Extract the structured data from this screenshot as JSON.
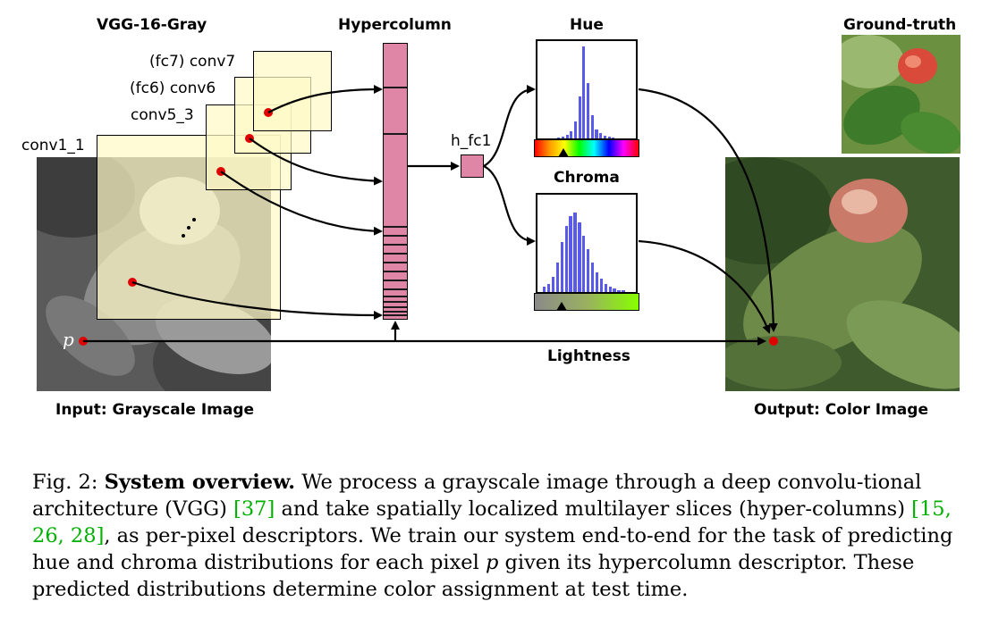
{
  "labels": {
    "vgg_title": "VGG-16-Gray",
    "hypercolumn": "Hypercolumn",
    "hue": "Hue",
    "chroma": "Chroma",
    "ground_truth": "Ground-truth",
    "conv1_1": "conv1_1",
    "conv5_3": "conv5_3",
    "conv6": "(fc6) conv6",
    "conv7": "(fc7) conv7",
    "h_fc1": "h_fc1",
    "lightness": "Lightness",
    "pixel_p": "p",
    "input_caption": "Input: Grayscale Image",
    "output_caption": "Output: Color Image"
  },
  "colors": {
    "hypercolumn_fill": "#df85a6",
    "layer_fill": "#fffac8",
    "point": "#e00000",
    "histogram_bars": "#5a5ae8"
  },
  "histograms": {
    "hue": [
      0,
      0,
      0,
      1,
      2,
      4,
      8,
      18,
      46,
      100,
      60,
      25,
      10,
      6,
      3,
      2,
      1,
      0,
      0,
      0
    ],
    "chroma": [
      3,
      5,
      9,
      18,
      30,
      40,
      46,
      48,
      42,
      34,
      26,
      18,
      12,
      8,
      5,
      3,
      2,
      1,
      1,
      0
    ]
  },
  "caption": {
    "fig": "Fig. 2:",
    "heading": "System overview.",
    "text_1": "We process a grayscale image through a deep convolu-tional architecture (VGG)",
    "cite_1": "[37]",
    "text_2": "and take spatially localized multilayer slices (hyper-columns)",
    "cite_2": "[15, 26, 28]",
    "text_3": ", as per-pixel descriptors. We train our system end-to-end for the task of predicting hue and chroma distributions for each pixel",
    "var_p": "p",
    "text_4": "given its hypercolumn descriptor. These predicted distributions determine color assignment at test time."
  }
}
